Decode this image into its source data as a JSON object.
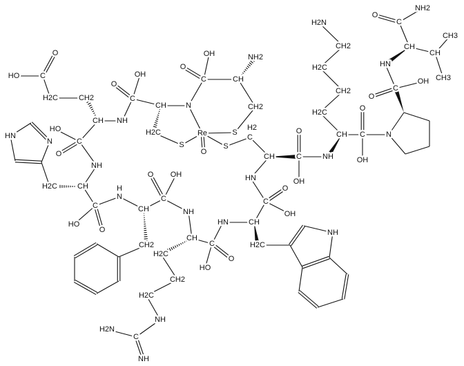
{
  "diagram": {
    "colors": {
      "ink": "#111111",
      "background": "#ffffff"
    },
    "atoms": [
      {
        "id": "a1",
        "label": "O"
      },
      {
        "id": "a2",
        "label": "HO"
      },
      {
        "id": "a3",
        "label": "C"
      },
      {
        "id": "a4",
        "label": "H2C"
      },
      {
        "id": "a5",
        "label": "CH2"
      },
      {
        "id": "a6",
        "label": "CH"
      },
      {
        "id": "a7",
        "label": "NH"
      },
      {
        "id": "a8",
        "label": "HO"
      },
      {
        "id": "a9",
        "label": "C"
      },
      {
        "id": "a10",
        "label": "O"
      },
      {
        "id": "a11",
        "label": "NH"
      },
      {
        "id": "a12",
        "label": "H2C"
      },
      {
        "id": "a13",
        "label": "CH"
      },
      {
        "id": "a14",
        "label": "HN"
      },
      {
        "id": "a16",
        "label": "N"
      },
      {
        "id": "a19",
        "label": "C"
      },
      {
        "id": "a20",
        "label": "HO"
      },
      {
        "id": "a21",
        "label": "O"
      },
      {
        "id": "a22",
        "label": "N"
      },
      {
        "id": "a23",
        "label": "H"
      },
      {
        "id": "a24",
        "label": "CH"
      },
      {
        "id": "a25",
        "label": "C"
      },
      {
        "id": "a26",
        "label": "O"
      },
      {
        "id": "a27",
        "label": "OH"
      },
      {
        "id": "a28",
        "label": "NH"
      },
      {
        "id": "a29",
        "label": "CH2"
      },
      {
        "id": "a30",
        "label": "CH"
      },
      {
        "id": "a31",
        "label": "C"
      },
      {
        "id": "a32",
        "label": "O"
      },
      {
        "id": "a33",
        "label": "HO"
      },
      {
        "id": "a34",
        "label": "H2C"
      },
      {
        "id": "a35",
        "label": "CH2"
      },
      {
        "id": "a36",
        "label": "H2C"
      },
      {
        "id": "a37",
        "label": "NH"
      },
      {
        "id": "a38",
        "label": "C"
      },
      {
        "id": "a39",
        "label": "H2N"
      },
      {
        "id": "a40",
        "label": "NH"
      },
      {
        "id": "a41",
        "label": "HN"
      },
      {
        "id": "a42",
        "label": "CH"
      },
      {
        "id": "a43",
        "label": "C"
      },
      {
        "id": "a44",
        "label": "O"
      },
      {
        "id": "a45",
        "label": "OH"
      },
      {
        "id": "a46",
        "label": "H2C"
      },
      {
        "id": "i3",
        "label": "NH"
      },
      {
        "id": "a47",
        "label": "HN"
      },
      {
        "id": "a48",
        "label": "CH"
      },
      {
        "id": "a49",
        "label": "C"
      },
      {
        "id": "a50",
        "label": "O"
      },
      {
        "id": "a51",
        "label": "OH"
      },
      {
        "id": "a52",
        "label": "NH"
      },
      {
        "id": "a53",
        "label": "C"
      },
      {
        "id": "a54",
        "label": "H2"
      },
      {
        "id": "a55",
        "label": "Re"
      },
      {
        "id": "a56",
        "label": "O"
      },
      {
        "id": "a57",
        "label": "S"
      },
      {
        "id": "a58",
        "label": "S"
      },
      {
        "id": "a59",
        "label": "S"
      },
      {
        "id": "a60",
        "label": "C"
      },
      {
        "id": "a61",
        "label": "O"
      },
      {
        "id": "a62",
        "label": "OH"
      },
      {
        "id": "a63",
        "label": "CH"
      },
      {
        "id": "a64",
        "label": "N"
      },
      {
        "id": "a65",
        "label": "H2C"
      },
      {
        "id": "a66",
        "label": "C"
      },
      {
        "id": "a67",
        "label": "O"
      },
      {
        "id": "a68",
        "label": "OH"
      },
      {
        "id": "a69",
        "label": "CH"
      },
      {
        "id": "a70",
        "label": "NH2"
      },
      {
        "id": "a71",
        "label": "CH2"
      },
      {
        "id": "a72",
        "label": "H2N"
      },
      {
        "id": "a73",
        "label": "CH2"
      },
      {
        "id": "a74",
        "label": "H2C"
      },
      {
        "id": "a75",
        "label": "CH2"
      },
      {
        "id": "a76",
        "label": "H2C"
      },
      {
        "id": "a77",
        "label": "CH"
      },
      {
        "id": "a78",
        "label": "C"
      },
      {
        "id": "a79",
        "label": "O"
      },
      {
        "id": "a80",
        "label": "OH"
      },
      {
        "id": "a81",
        "label": "N"
      },
      {
        "id": "a82",
        "label": "C"
      },
      {
        "id": "a83",
        "label": "O"
      },
      {
        "id": "a84",
        "label": "OH"
      },
      {
        "id": "a85",
        "label": "HN"
      },
      {
        "id": "a86",
        "label": "CH"
      },
      {
        "id": "a87",
        "label": "CH"
      },
      {
        "id": "a88",
        "label": "CH3"
      },
      {
        "id": "a89",
        "label": "CH3"
      },
      {
        "id": "a90",
        "label": "C"
      },
      {
        "id": "a91",
        "label": "O"
      },
      {
        "id": "a92",
        "label": "NH2"
      }
    ],
    "bonds": [
      [
        "a3",
        "a1",
        "double"
      ],
      [
        "a2",
        "a3",
        "single"
      ],
      [
        "a3",
        "a4",
        "single"
      ],
      [
        "a4",
        "a5",
        "single"
      ],
      [
        "a6",
        "a5",
        "hash"
      ],
      [
        "a6",
        "a7",
        "single"
      ],
      [
        "a6",
        "a9",
        "single"
      ],
      [
        "a8",
        "a9",
        "single"
      ],
      [
        "a9",
        "a10",
        "double"
      ],
      [
        "a9",
        "a11",
        "single"
      ],
      [
        "a11",
        "a13",
        "single"
      ],
      [
        "a13",
        "a12",
        "hash"
      ],
      [
        "a12",
        "a17",
        "single"
      ],
      [
        "a14",
        "a15",
        "single"
      ],
      [
        "a15",
        "a16",
        "double"
      ],
      [
        "a16",
        "a17",
        "single"
      ],
      [
        "a17",
        "a18",
        "double"
      ],
      [
        "a18",
        "a14",
        "single"
      ],
      [
        "a13",
        "a19",
        "single"
      ],
      [
        "a19",
        "a20",
        "single"
      ],
      [
        "a19",
        "a21",
        "double"
      ],
      [
        "a19",
        "a22",
        "single"
      ],
      [
        "a22",
        "a24",
        "single"
      ],
      [
        "a24",
        "a25",
        "single"
      ],
      [
        "a25",
        "a26",
        "double"
      ],
      [
        "a25",
        "a27",
        "single"
      ],
      [
        "a25",
        "a28",
        "single"
      ],
      [
        "a24",
        "a29",
        "hash"
      ],
      [
        "a29",
        "b2",
        "single"
      ],
      [
        "b1",
        "b2",
        "single"
      ],
      [
        "b2",
        "b3",
        "double"
      ],
      [
        "b3",
        "b4",
        "single"
      ],
      [
        "b4",
        "b5",
        "double"
      ],
      [
        "b5",
        "b6",
        "single"
      ],
      [
        "b6",
        "b1",
        "double"
      ],
      [
        "a28",
        "a30",
        "single"
      ],
      [
        "a30",
        "a31",
        "single"
      ],
      [
        "a31",
        "a32",
        "double"
      ],
      [
        "a31",
        "a33",
        "single"
      ],
      [
        "a30",
        "a34",
        "hash"
      ],
      [
        "a34",
        "a35",
        "single"
      ],
      [
        "a35",
        "a36",
        "single"
      ],
      [
        "a36",
        "a37",
        "single"
      ],
      [
        "a37",
        "a38",
        "single"
      ],
      [
        "a38",
        "a39",
        "single"
      ],
      [
        "a38",
        "a40",
        "double"
      ],
      [
        "a31",
        "a41",
        "single"
      ],
      [
        "a41",
        "a42",
        "single"
      ],
      [
        "a42",
        "a43",
        "single"
      ],
      [
        "a43",
        "a44",
        "double"
      ],
      [
        "a43",
        "a45",
        "single"
      ],
      [
        "a42",
        "a46",
        "wedge"
      ],
      [
        "a46",
        "i1",
        "single"
      ],
      [
        "i1",
        "i2",
        "double"
      ],
      [
        "i2",
        "i3",
        "single"
      ],
      [
        "i3",
        "i4",
        "single"
      ],
      [
        "i4",
        "i5",
        "double"
      ],
      [
        "i5",
        "i1",
        "single"
      ],
      [
        "i4",
        "i6",
        "single"
      ],
      [
        "i6",
        "i7",
        "double"
      ],
      [
        "i7",
        "i8",
        "single"
      ],
      [
        "i8",
        "i9",
        "double"
      ],
      [
        "i9",
        "i5",
        "single"
      ],
      [
        "a43",
        "a47",
        "single"
      ],
      [
        "a47",
        "a48",
        "single"
      ],
      [
        "a48",
        "a49",
        "wedge"
      ],
      [
        "a49",
        "a50",
        "double"
      ],
      [
        "a49",
        "a51",
        "single"
      ],
      [
        "a49",
        "a52",
        "single"
      ],
      [
        "a48",
        "a53",
        "single"
      ],
      [
        "a53",
        "a58",
        "single"
      ],
      [
        "a58",
        "a55",
        "single"
      ],
      [
        "a57",
        "a55",
        "single"
      ],
      [
        "a57",
        "a65",
        "single"
      ],
      [
        "a63",
        "a65",
        "hash"
      ],
      [
        "a63",
        "a60",
        "single"
      ],
      [
        "a60",
        "a61",
        "double"
      ],
      [
        "a60",
        "a62",
        "single"
      ],
      [
        "a7",
        "a60",
        "single"
      ],
      [
        "a63",
        "a64",
        "single"
      ],
      [
        "a64",
        "a55",
        "single"
      ],
      [
        "a64",
        "a66",
        "single"
      ],
      [
        "a66",
        "a67",
        "double"
      ],
      [
        "a66",
        "a68",
        "single"
      ],
      [
        "a66",
        "a69",
        "single"
      ],
      [
        "a69",
        "a70",
        "hash"
      ],
      [
        "a69",
        "a71",
        "single"
      ],
      [
        "a71",
        "a59",
        "single"
      ],
      [
        "a59",
        "a55",
        "single"
      ],
      [
        "a55",
        "a56",
        "double"
      ],
      [
        "a77",
        "a52",
        "wedge"
      ],
      [
        "a77",
        "a76",
        "single"
      ],
      [
        "a76",
        "a75",
        "single"
      ],
      [
        "a75",
        "a74",
        "single"
      ],
      [
        "a74",
        "a73",
        "single"
      ],
      [
        "a73",
        "a72",
        "single"
      ],
      [
        "a77",
        "a78",
        "single"
      ],
      [
        "a78",
        "a79",
        "double"
      ],
      [
        "a78",
        "a80",
        "single"
      ],
      [
        "a78",
        "a81",
        "single"
      ],
      [
        "a81",
        "p1",
        "single"
      ],
      [
        "p1",
        "p2",
        "single"
      ],
      [
        "p2",
        "p3",
        "single"
      ],
      [
        "p3",
        "p4",
        "single"
      ],
      [
        "p4",
        "a81",
        "single"
      ],
      [
        "p1",
        "a82",
        "wedge"
      ],
      [
        "a82",
        "a83",
        "double"
      ],
      [
        "a82",
        "a84",
        "single"
      ],
      [
        "a82",
        "a85",
        "single"
      ],
      [
        "a86",
        "a85",
        "wedge"
      ],
      [
        "a86",
        "a87",
        "single"
      ],
      [
        "a87",
        "a88",
        "single"
      ],
      [
        "a87",
        "a89",
        "single"
      ],
      [
        "a86",
        "a90",
        "single"
      ],
      [
        "a90",
        "a91",
        "double"
      ],
      [
        "a90",
        "a92",
        "single"
      ]
    ]
  }
}
